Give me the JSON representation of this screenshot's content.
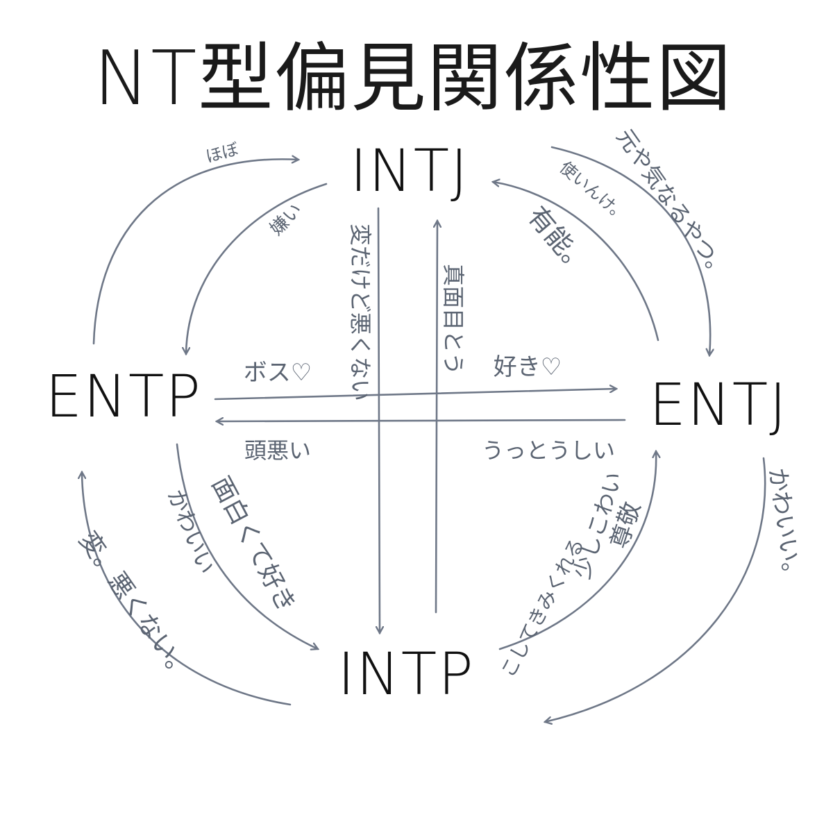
{
  "title": "NT型偏見関係性図",
  "nodes": {
    "intj": "INTJ",
    "entp": "ENTP",
    "entj": "ENTJ",
    "intp": "INTP"
  },
  "edges": {
    "entp_to_intj": "ほぼ",
    "intj_to_entp": "嫌い",
    "entj_to_intj": "有能。",
    "intj_to_entj_a": "元や気なるやつ。",
    "intj_to_entj_b": "使いんけ。",
    "intj_to_intp": "変だけど悪くない",
    "intp_to_intj": "真面目とう",
    "entp_to_entj": "ボス♡",
    "entj_to_entp": "頭悪い",
    "intj_to_entj_mid": "好き♡",
    "entj_to_intj_mid": "うっとうしい",
    "entp_to_intp_a": "面白くて好き",
    "entp_to_intp_b": "かわいい",
    "intp_to_entp": "変。悪くない。",
    "intp_to_entj_a": "尊敬",
    "intp_to_entj_b": "少しこわい",
    "intp_to_entj_c": "こしてきみくれる",
    "entj_to_intp": "かわいい。"
  },
  "colors": {
    "ink": "#111111",
    "arrow": "#6e7787",
    "label": "#5b6472"
  }
}
